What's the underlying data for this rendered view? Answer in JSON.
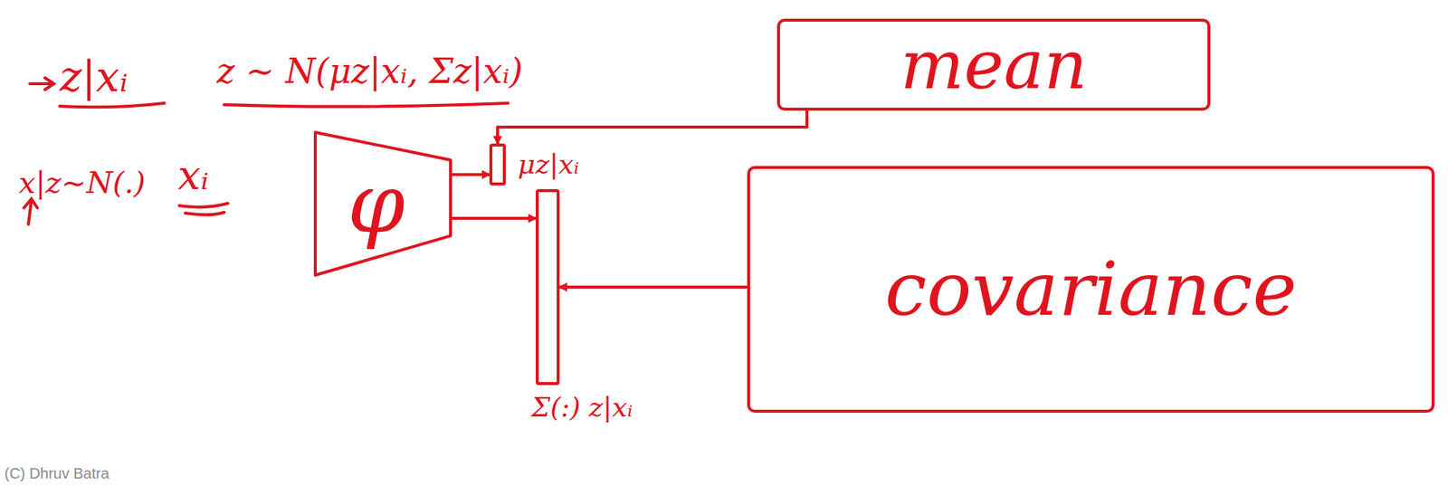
{
  "diagram": {
    "nodes": [
      {
        "text": [
          "φ"
        ]
      },
      {
        "text": [
          "μz|xᵢ"
        ]
      },
      {
        "text": [
          "Σ(:) z|xᵢ"
        ]
      },
      {
        "text": [
          "mean"
        ]
      },
      {
        "text": [
          "covariance"
        ]
      }
    ],
    "edges": [
      {
        "from": 0,
        "to": 1,
        "arrow": "to"
      },
      {
        "from": 0,
        "to": 2,
        "arrow": "to"
      },
      {
        "from": 3,
        "to": 1,
        "arrow": "to"
      },
      {
        "from": 4,
        "to": 2,
        "arrow": "to"
      }
    ],
    "labels": [
      "z|xᵢ",
      "z ~ N(μz|xᵢ, Σz|xᵢ)",
      "x|z~N(.)",
      "xᵢ",
      "(C) Dhruv Batra"
    ]
  }
}
